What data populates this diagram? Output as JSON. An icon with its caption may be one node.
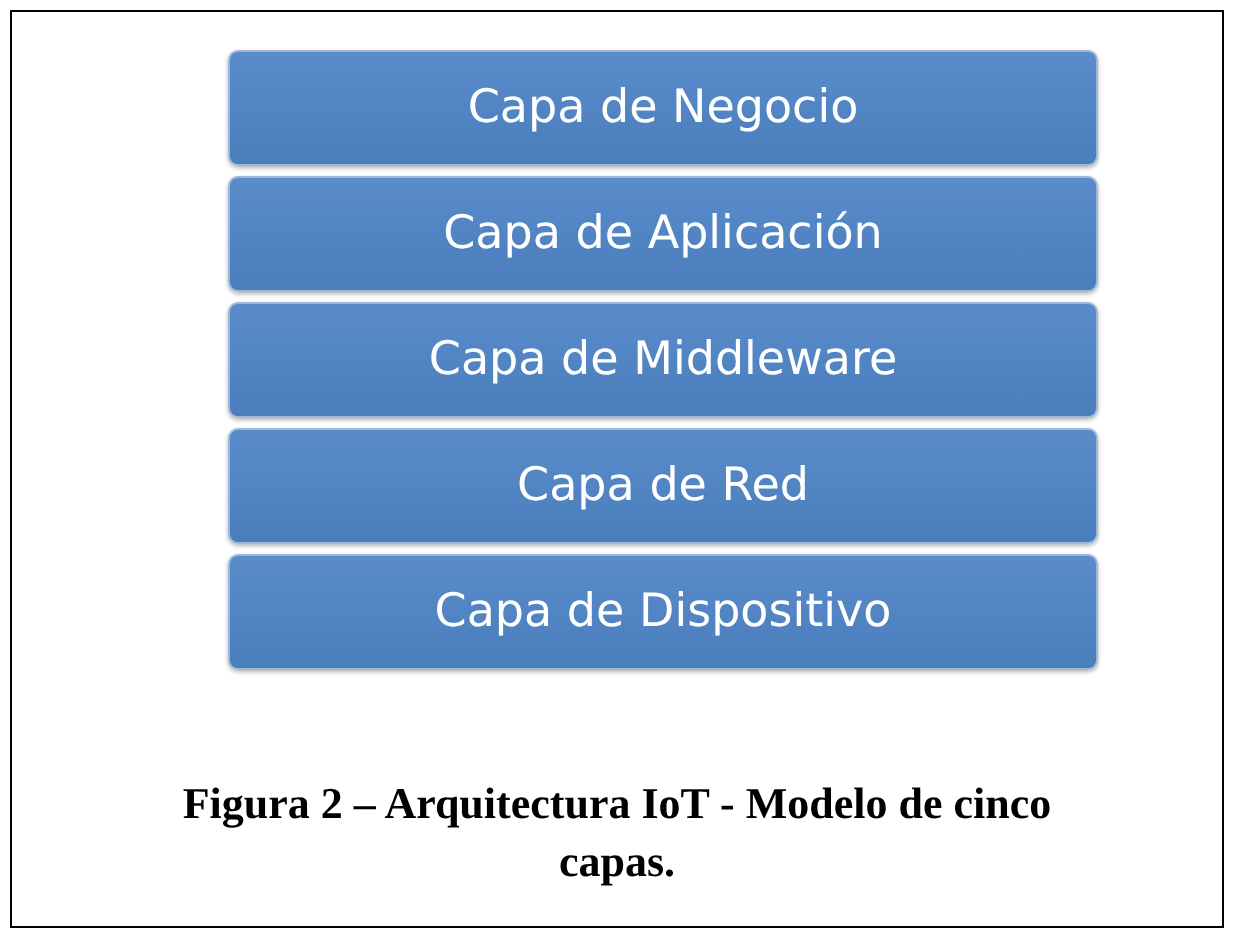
{
  "diagram": {
    "caption": "Figura 2 – Arquitectura IoT - Modelo de cinco capas.",
    "nodes": [
      {
        "text": [
          "Capa de Negocio"
        ]
      },
      {
        "text": [
          "Capa de Aplicación"
        ]
      },
      {
        "text": [
          "Capa de Middleware"
        ]
      },
      {
        "text": [
          "Capa de Red"
        ]
      },
      {
        "text": [
          "Capa de Dispositivo"
        ]
      }
    ]
  }
}
